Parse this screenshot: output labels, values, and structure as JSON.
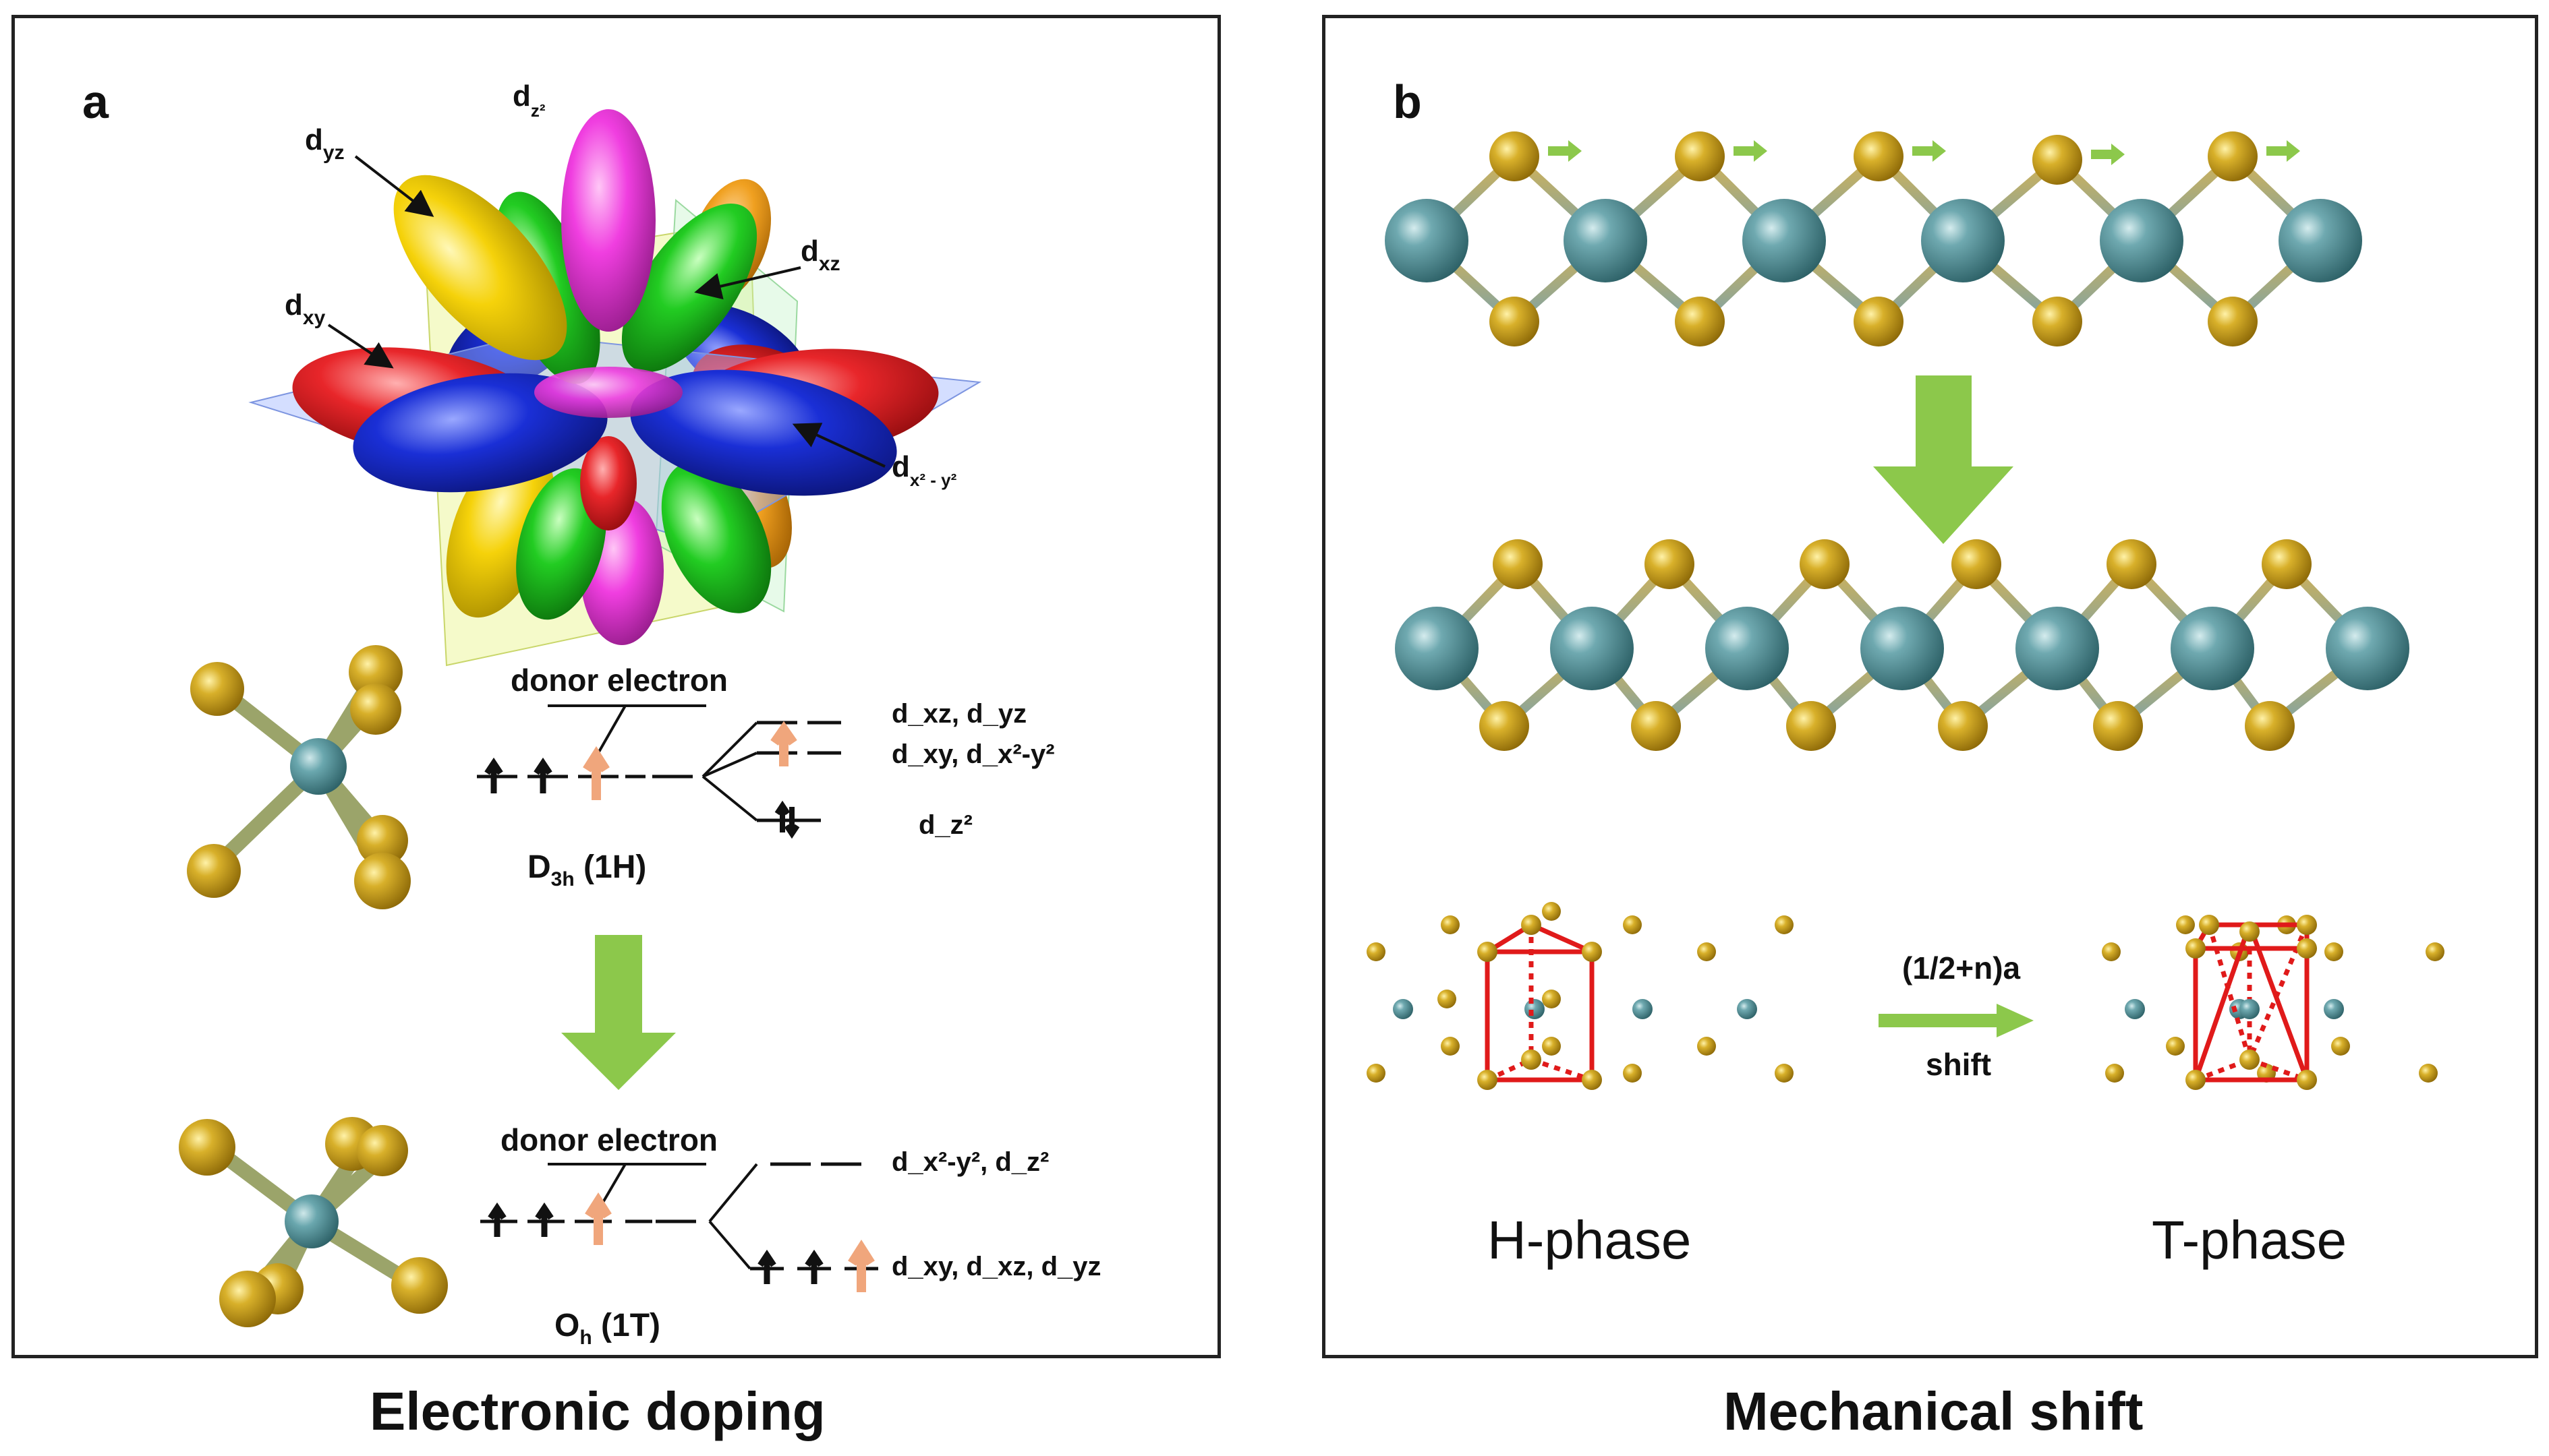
{
  "panels": {
    "a": {
      "letter": "a",
      "caption": "Electronic doping",
      "orbital_labels": {
        "dz2": {
          "main": "d",
          "sub": "z²"
        },
        "dyz": {
          "main": "d",
          "sub": "yz"
        },
        "dxz": {
          "main": "d",
          "sub": "xz"
        },
        "dxy": {
          "main": "d",
          "sub": "xy"
        },
        "dx2y2": {
          "main": "d",
          "sub": "x² - y²"
        }
      },
      "d3h": {
        "donor_label": "donor electron",
        "symmetry_main": "D",
        "symmetry_sub": "3h",
        "symmetry_tail": " (1H)",
        "level_top": "d_xz, d_yz",
        "level_mid": "d_xy, d_x²-y²",
        "level_bottom": "d_z²"
      },
      "oh": {
        "donor_label": "donor electron",
        "symmetry_main": "O",
        "symmetry_sub": "h",
        "symmetry_tail": " (1T)",
        "level_top": "d_x²-y², d_z²",
        "level_bottom": "d_xy, d_xz, d_yz"
      }
    },
    "b": {
      "letter": "b",
      "caption": "Mechanical shift",
      "shift_formula": "(1/2+n)a",
      "shift_word": "shift",
      "h_phase_label": "H-phase",
      "t_phase_label": "T-phase"
    }
  },
  "colors": {
    "metal_atom": "#4e8e96",
    "chalcogen_atom": "#c9a020",
    "arrow_green": "#8cc84b",
    "electron_up": "#f0a67c",
    "cell_red": "#e01a1a",
    "dxy_red": "#e8262a",
    "dx2y2_blue": "#1a2fd6",
    "dz2_magenta": "#f03ee0",
    "dyz_yellow": "#f5d20a",
    "dxz_green": "#22cc22"
  }
}
